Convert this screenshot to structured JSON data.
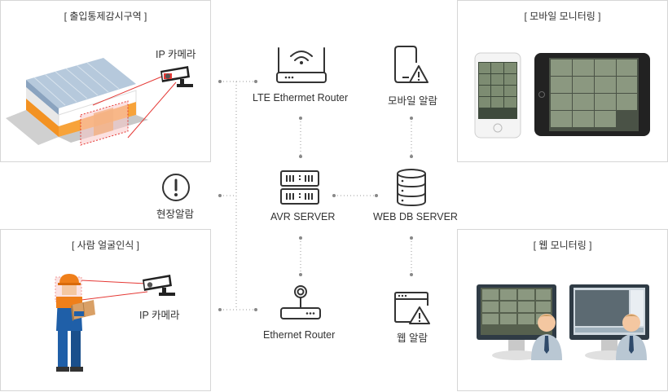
{
  "panels": {
    "access_control": {
      "title": "[ 출입통제감시구역 ]",
      "camera_label": "IP 카메라"
    },
    "face_recognition": {
      "title": "[ 사람 얼굴인식 ]",
      "camera_label": "IP 카메라"
    },
    "mobile_monitoring": {
      "title": "[ 모바일 모니터링 ]"
    },
    "web_monitoring": {
      "title": "[ 웹 모니터링 ]"
    }
  },
  "nodes": {
    "lte_router": "LTE Ethermet Router",
    "mobile_alarm": "모바일 알람",
    "onsite_alarm": "현장알람",
    "avr_server": "AVR SERVER",
    "web_db_server": "WEB DB SERVER",
    "ethernet_router": "Ethernet Router",
    "web_alarm": "웹 알람"
  },
  "colors": {
    "icon": "#333333",
    "dotted_line": "#9a9a9a",
    "connector_dot": "#888888",
    "warehouse_orange": "#f39222",
    "warehouse_roof": "#b6c9dc",
    "worker_blue": "#1f5fa8",
    "worker_orange": "#ef7f1a",
    "highlight_red": "#e53935"
  }
}
